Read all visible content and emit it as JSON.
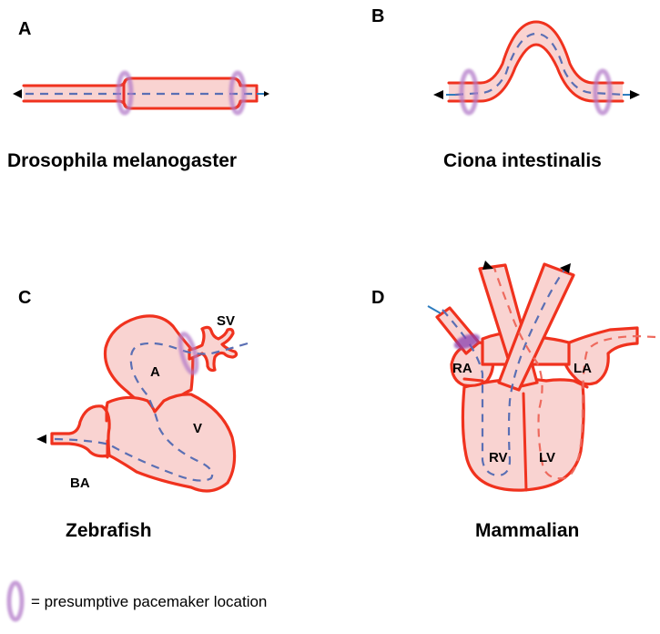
{
  "panels": [
    {
      "letter": "A",
      "caption": "Drosophila melanogaster"
    },
    {
      "letter": "B",
      "caption": "Ciona intestinalis"
    },
    {
      "letter": "C",
      "caption": "Zebrafish",
      "labels": {
        "sinus_venosus": "SV",
        "atrium": "A",
        "ventricle": "V",
        "bulbus_arteriosus": "BA"
      }
    },
    {
      "letter": "D",
      "caption": "Mammalian",
      "labels": {
        "right_atrium": "RA",
        "left_atrium": "LA",
        "right_ventricle": "RV",
        "left_ventricle": "LV"
      }
    }
  ],
  "legend": {
    "symbol": "pacemaker-ring-icon",
    "text": "= presumptive pacemaker location"
  },
  "colors": {
    "tissue_fill": "#f9d3d1",
    "tissue_outline": "#e8302a",
    "flow_deoxygenated": "#5a6fb4",
    "flow_oxygenated": "#ee6a5e",
    "pacemaker": "#b37bc9"
  }
}
